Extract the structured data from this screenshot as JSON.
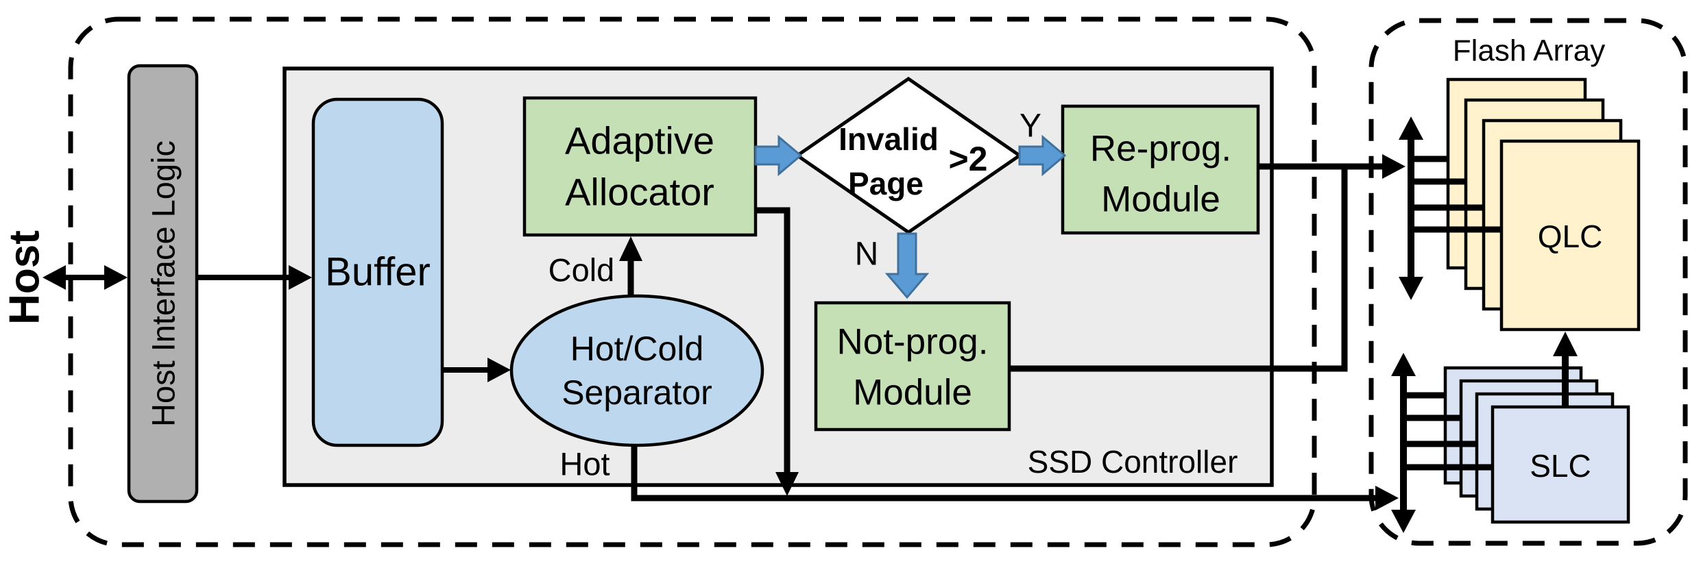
{
  "colors": {
    "controller_bg": "#ececec",
    "node_green": "#c5e0b4",
    "node_blue": "#bdd7ee",
    "qlc_fill": "#fff2cc",
    "slc_fill": "#dae3f3",
    "hil_gray": "#b0b0b0",
    "diamond_fill": "#ffffff",
    "flow_arrow_blue": "#5b9bd5",
    "flow_arrow_border": "#41719c",
    "line_black": "#000000"
  },
  "host": {
    "label": "Host"
  },
  "host_interface": {
    "label": "Host Interface Logic"
  },
  "controller": {
    "label": "SSD Controller"
  },
  "buffer": {
    "label": "Buffer"
  },
  "separator": {
    "line1": "Hot/Cold",
    "line2": "Separator"
  },
  "allocator": {
    "line1": "Adaptive",
    "line2": "Allocator"
  },
  "decision": {
    "line1": "Invalid",
    "line2": "Page",
    "condition": ">2"
  },
  "reprog_module": {
    "line1": "Re-prog.",
    "line2": "Module"
  },
  "notprog_module": {
    "line1": "Not-prog.",
    "line2": "Module"
  },
  "flow_labels": {
    "yes": "Y",
    "no": "N",
    "cold": "Cold",
    "hot": "Hot"
  },
  "flash_array": {
    "title": "Flash Array",
    "qlc_label": "QLC",
    "slc_label": "SLC"
  }
}
